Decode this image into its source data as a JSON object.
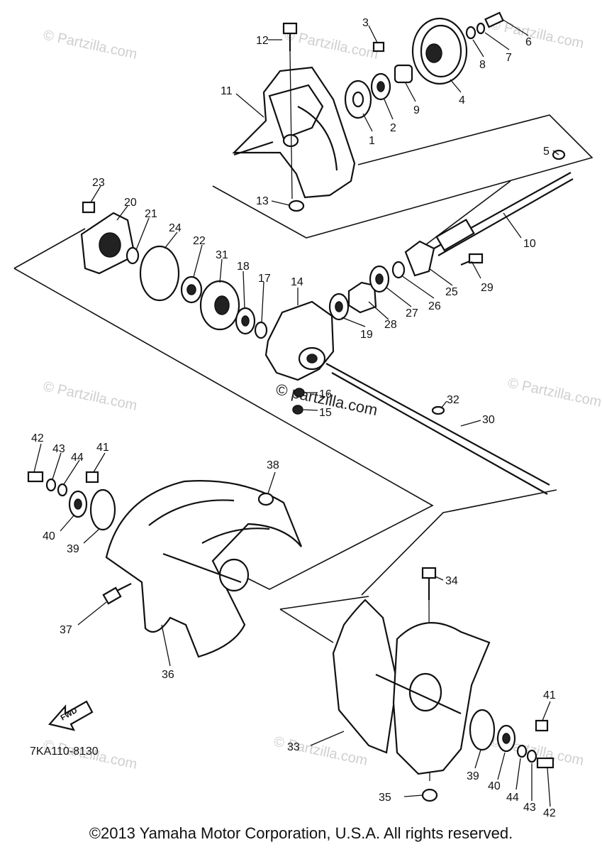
{
  "diagram": {
    "part_labels": [
      "1",
      "2",
      "3",
      "4",
      "5",
      "6",
      "7",
      "8",
      "9",
      "10",
      "11",
      "12",
      "13",
      "14",
      "15",
      "16",
      "17",
      "18",
      "19",
      "20",
      "21",
      "22",
      "23",
      "24",
      "25",
      "26",
      "27",
      "28",
      "29",
      "30",
      "31",
      "32",
      "33",
      "34",
      "35",
      "36",
      "37",
      "38",
      "39",
      "40",
      "41",
      "42",
      "43",
      "44"
    ],
    "repeat_labels": {
      "39": "39",
      "40": "40",
      "41": "41",
      "42": "42",
      "43": "43",
      "44": "44"
    },
    "drawing_code": "7KA110-8130",
    "fwd_arrow": "FWD",
    "watermark": "© Partzilla.com",
    "watermark_center": "© partzilla.com"
  },
  "copyright": "©2013 Yamaha Motor Corporation, U.S.A. All rights reserved."
}
